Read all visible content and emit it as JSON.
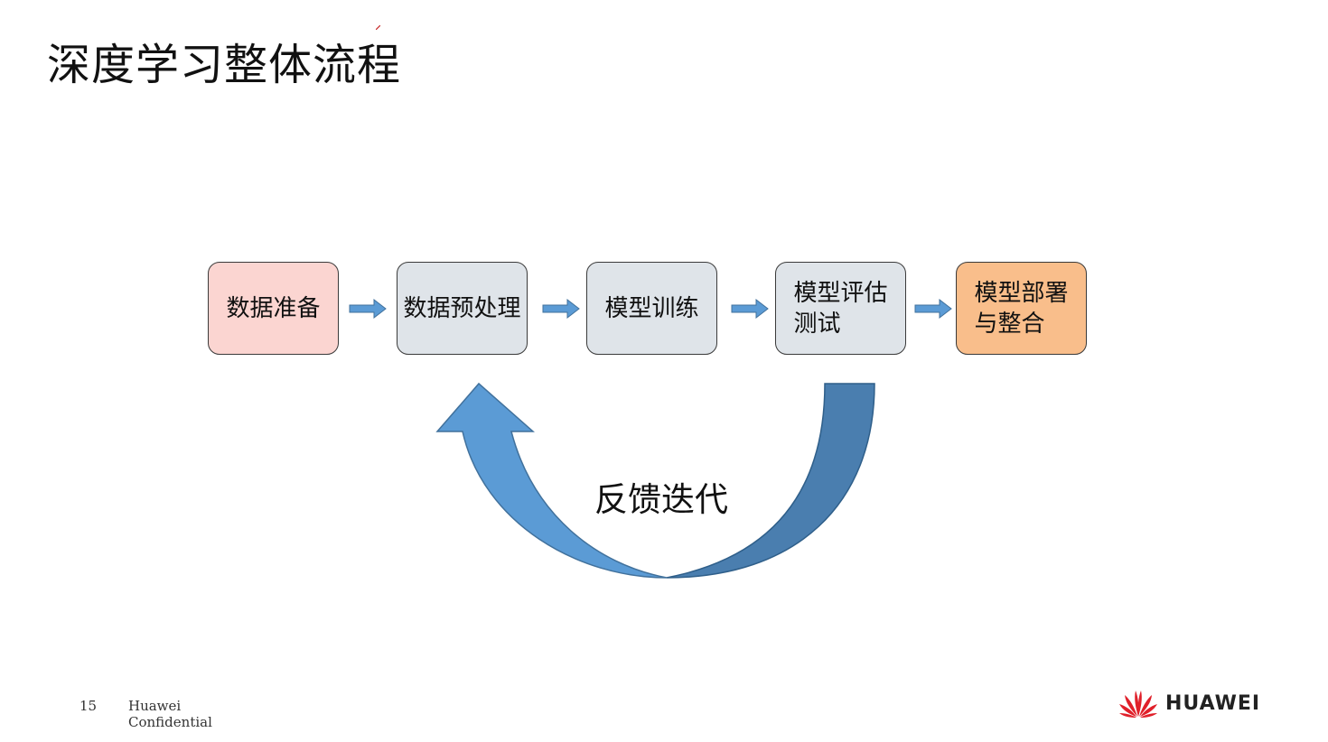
{
  "slide": {
    "title": "深度学习整体流程",
    "page_number": "15",
    "confidential_line1": "Huawei",
    "confidential_line2": "Confidential",
    "logo_text": "HUAWEI"
  },
  "diagram": {
    "steps": [
      {
        "label": "数据准备",
        "fill": "#fbd5d1"
      },
      {
        "label": "数据预处理",
        "fill": "#dfe4e9"
      },
      {
        "label": "模型训练",
        "fill": "#dfe4e9"
      },
      {
        "label": "模型评估\n测试",
        "fill": "#dfe4e9"
      },
      {
        "label": "模型部署\n与整合",
        "fill": "#f9be8b"
      }
    ],
    "feedback_label": "反馈迭代"
  },
  "colors": {
    "arrow_blue": "#5b9bd5",
    "arrow_dark_blue": "#4a7eaf",
    "logo_red": "#e0202a"
  }
}
